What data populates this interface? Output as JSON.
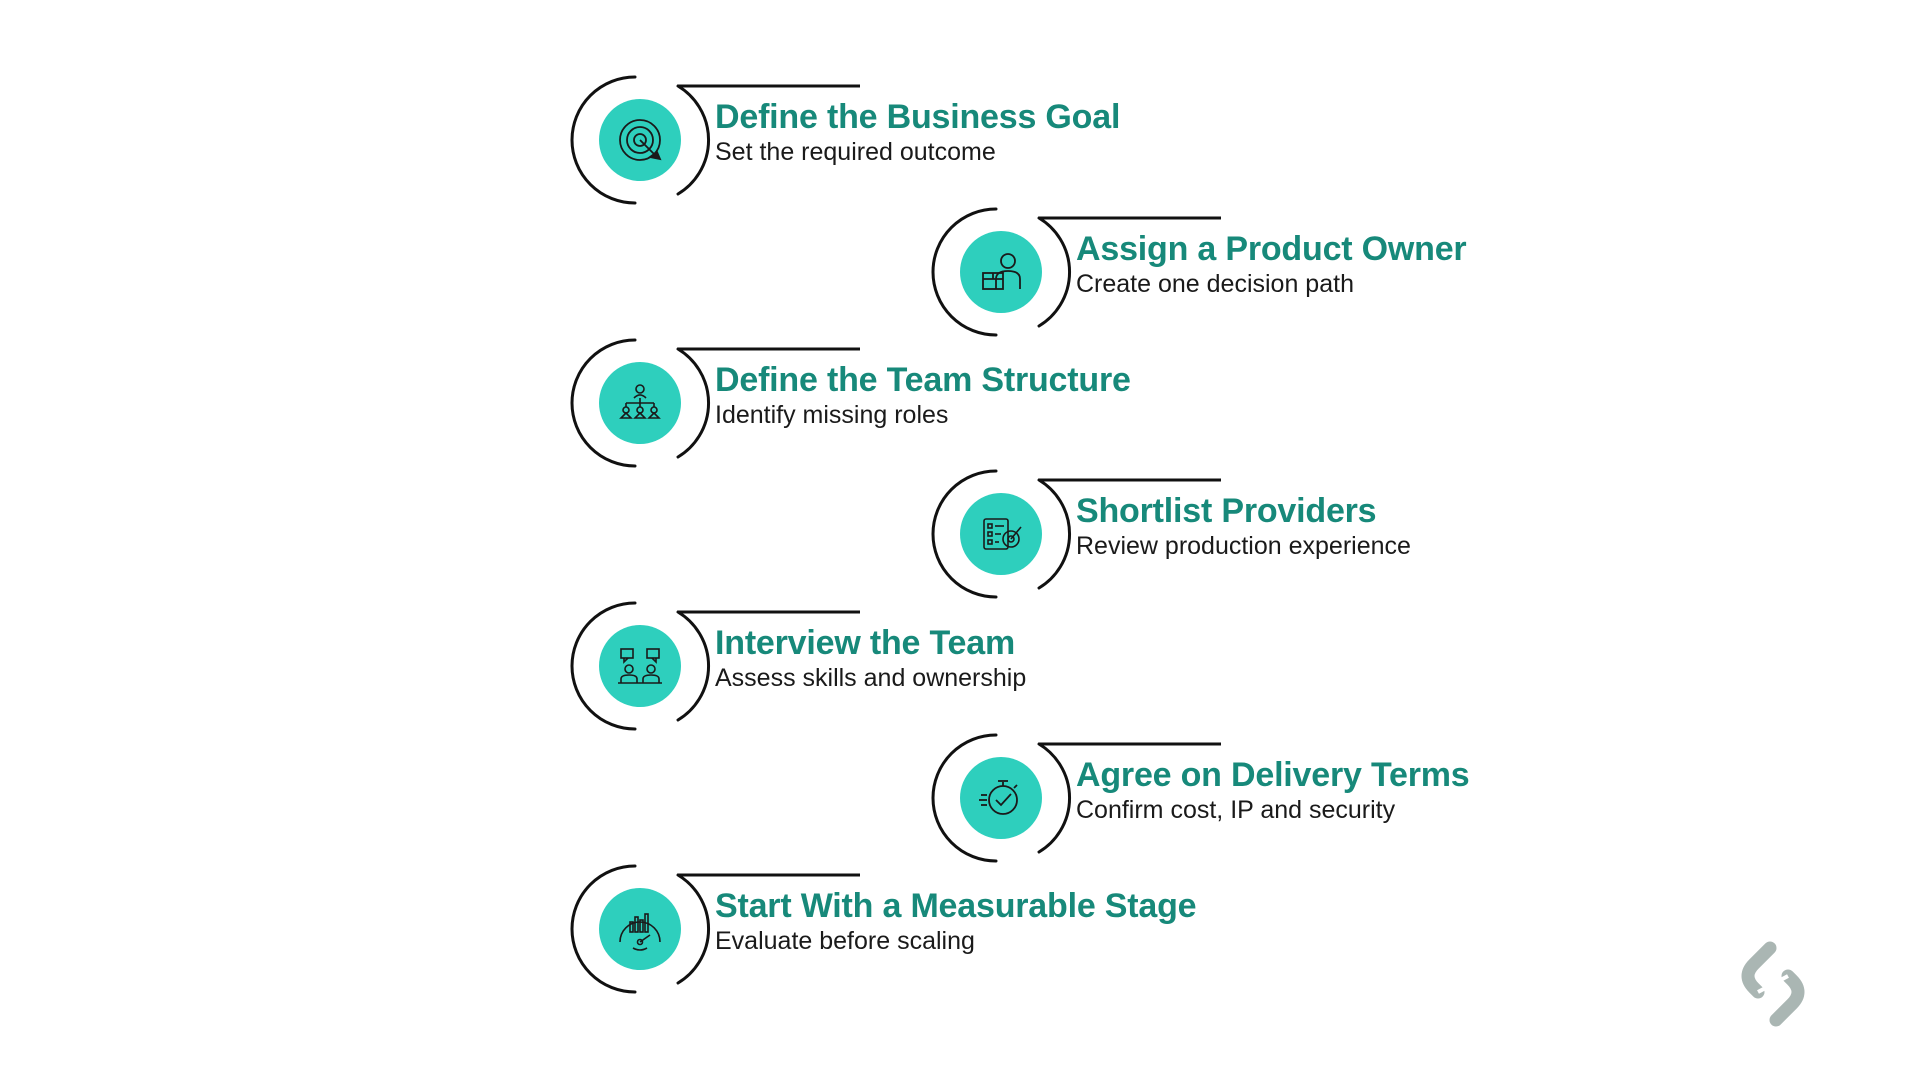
{
  "colors": {
    "accent": "#2ecfbd",
    "title": "#17897a",
    "text": "#1a1a1a",
    "line": "#111111",
    "logo": "#aab6b3",
    "background": "#ffffff"
  },
  "steps": [
    {
      "title": "Define the Business Goal",
      "subtitle": "Set the required outcome",
      "icon": "target-icon"
    },
    {
      "title": "Assign a Product Owner",
      "subtitle": "Create one decision path",
      "icon": "product-owner-icon"
    },
    {
      "title": "Define the Team Structure",
      "subtitle": "Identify missing roles",
      "icon": "team-hierarchy-icon"
    },
    {
      "title": "Shortlist Providers",
      "subtitle": "Review production experience",
      "icon": "checklist-target-icon"
    },
    {
      "title": "Interview the Team",
      "subtitle": "Assess skills and ownership",
      "icon": "interview-icon"
    },
    {
      "title": "Agree on Delivery Terms",
      "subtitle": "Confirm cost, IP and security",
      "icon": "stopwatch-check-icon"
    },
    {
      "title": "Start With a Measurable Stage",
      "subtitle": "Evaluate before scaling",
      "icon": "gauge-chart-icon"
    }
  ],
  "logo": {
    "icon": "brand-logo-icon"
  }
}
